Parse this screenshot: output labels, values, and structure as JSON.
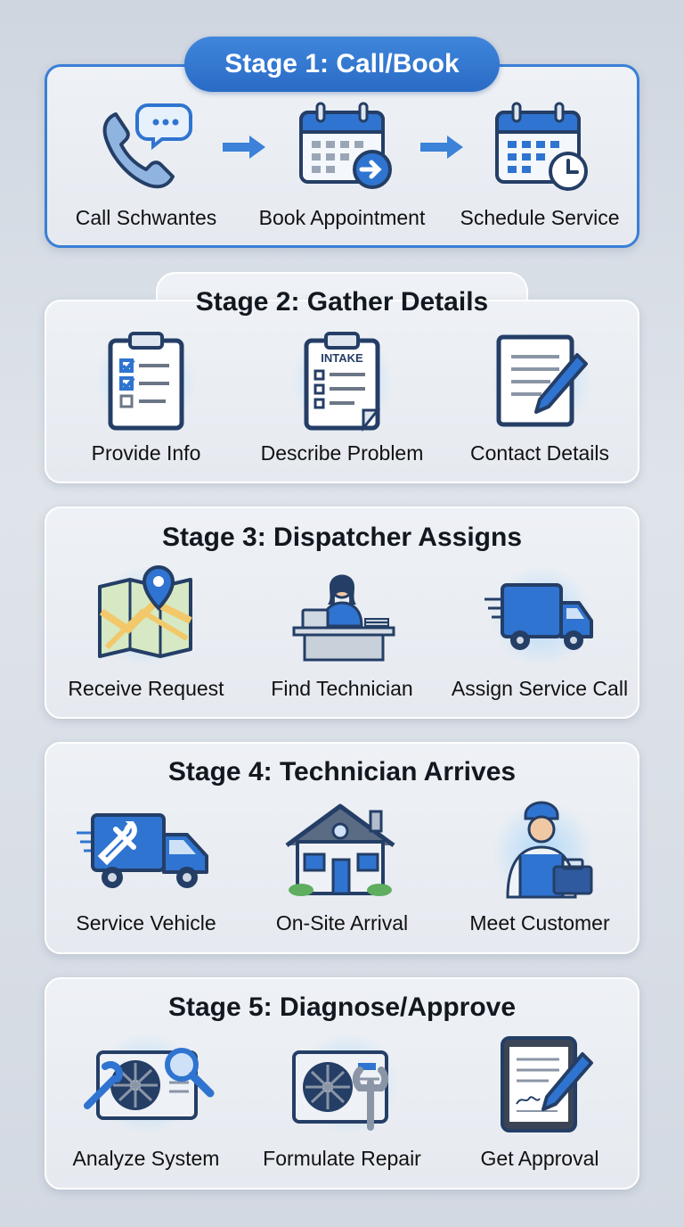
{
  "stages": [
    {
      "title": "Stage 1: Call/Book",
      "steps": [
        {
          "label": "Call Schwantes",
          "icon": "phone-chat-icon"
        },
        {
          "label": "Book Appointment",
          "icon": "calendar-arrow-icon"
        },
        {
          "label": "Schedule Service",
          "icon": "calendar-clock-icon"
        }
      ]
    },
    {
      "title": "Stage 2: Gather Details",
      "steps": [
        {
          "label": "Provide Info",
          "icon": "checklist-clipboard-icon"
        },
        {
          "label": "Describe Problem",
          "icon": "intake-clipboard-icon",
          "badge": "INTAKE"
        },
        {
          "label": "Contact Details",
          "icon": "document-pen-icon"
        }
      ]
    },
    {
      "title": "Stage 3: Dispatcher Assigns",
      "steps": [
        {
          "label": "Receive Request",
          "icon": "map-pin-icon"
        },
        {
          "label": "Find Technician",
          "icon": "dispatcher-desk-icon"
        },
        {
          "label": "Assign Service Call",
          "icon": "delivery-truck-icon"
        }
      ]
    },
    {
      "title": "Stage 4: Technician Arrives",
      "steps": [
        {
          "label": "Service Vehicle",
          "icon": "service-truck-icon"
        },
        {
          "label": "On-Site Arrival",
          "icon": "house-icon"
        },
        {
          "label": "Meet Customer",
          "icon": "technician-icon"
        }
      ]
    },
    {
      "title": "Stage 5: Diagnose/Approve",
      "steps": [
        {
          "label": "Analyze System",
          "icon": "ac-unit-magnifier-icon"
        },
        {
          "label": "Formulate Repair",
          "icon": "ac-unit-wrench-icon"
        },
        {
          "label": "Get Approval",
          "icon": "tablet-signature-icon"
        }
      ]
    }
  ],
  "colors": {
    "accent": "#2f74d0",
    "accent_dark": "#1f4f9a",
    "panel": "#eef1f5",
    "text": "#121820"
  }
}
